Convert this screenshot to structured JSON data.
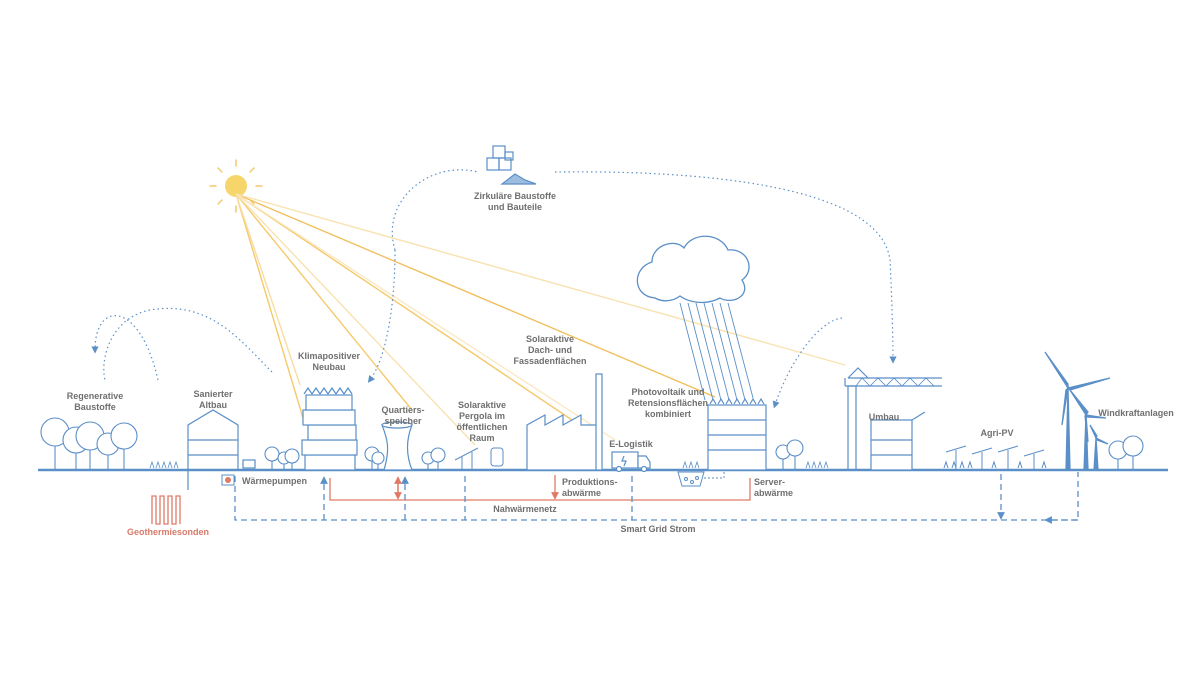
{
  "labels": {
    "regenerative": [
      "Regenerative",
      "Baustoffe"
    ],
    "saniert": [
      "Sanierter",
      "Altbau"
    ],
    "klimapositiv": [
      "Klimapositiver",
      "Neubau"
    ],
    "quartiersspeicher": [
      "Quartiers-",
      "speicher"
    ],
    "pergola": [
      "Solaraktive",
      "Pergola im",
      "öffentlichen",
      "Raum"
    ],
    "dach": [
      "Solaraktive",
      "Dach- und",
      "Fassadenflächen"
    ],
    "zirkulaer": [
      "Zirkuläre Baustoffe",
      "und Bauteile"
    ],
    "elogistik": "E-Logistik",
    "pv_retention": [
      "Photovoltaik und",
      "Retensionsflächen",
      "kombiniert"
    ],
    "umbau": "Umbau",
    "agripv": "Agri-PV",
    "wind": "Windkraftanlagen",
    "waermepumpen": "Wärmepumpen",
    "produktion": [
      "Produktions-",
      "abwärme"
    ],
    "server": [
      "Server-",
      "abwärme"
    ],
    "nahwaerme": "Nahwärmenetz",
    "geotherm": "Geothermiesonden",
    "smartgrid": "Smart Grid Strom"
  },
  "colors": {
    "blue": "#5b8fc7",
    "lightblue": "#9cbde0",
    "red": "#e07a66",
    "sun": "#f6d56a",
    "sunray": "#f5c96a",
    "text": "#8a8a8a"
  }
}
